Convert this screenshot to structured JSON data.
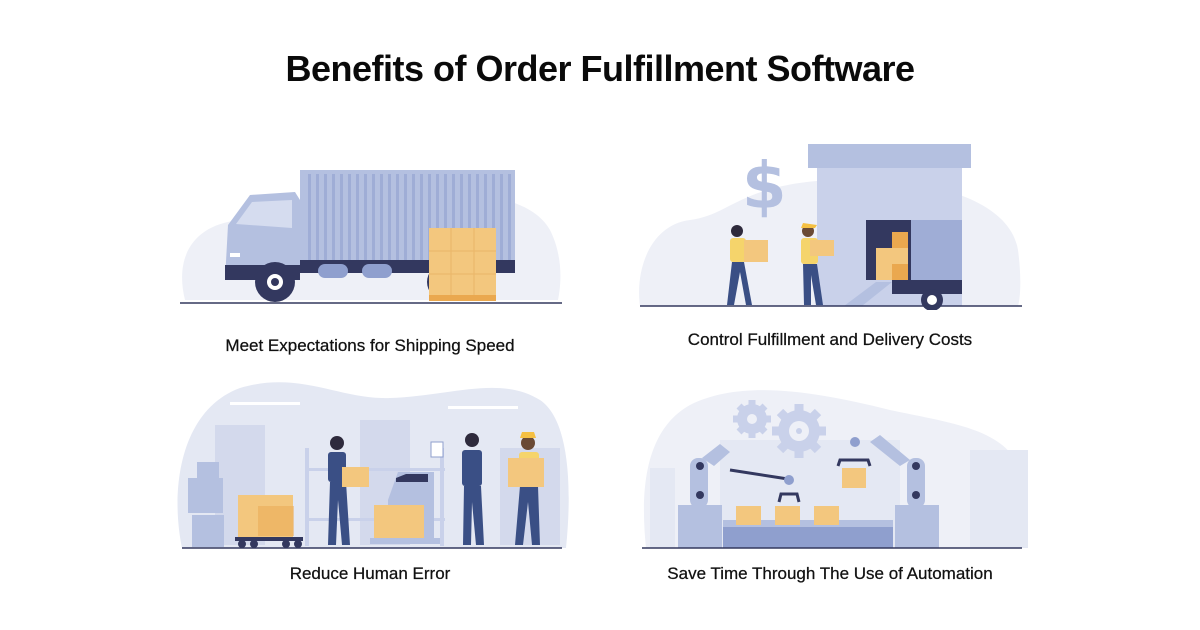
{
  "title": "Benefits of Order Fulfillment Software",
  "colors": {
    "background": "#ffffff",
    "blob": "#eef0f7",
    "blue_light": "#b4c0e0",
    "blue_mid": "#8f9fce",
    "navy": "#33385f",
    "box": "#f3c77e",
    "box_dark": "#eaa84f",
    "ground": "#33385f"
  },
  "panels": [
    {
      "id": "shipping",
      "caption": "Meet Expectations for Shipping Speed",
      "illustration": "delivery-truck-with-pallet"
    },
    {
      "id": "costs",
      "caption": "Control Fulfillment and Delivery Costs",
      "illustration": "workers-loading-truck-dollar-sign"
    },
    {
      "id": "errors",
      "caption": "Reduce Human Error",
      "illustration": "warehouse-workers-scanner"
    },
    {
      "id": "automation",
      "caption": "Save Time Through The Use of Automation",
      "illustration": "robotic-arms-conveyor-gears"
    }
  ]
}
